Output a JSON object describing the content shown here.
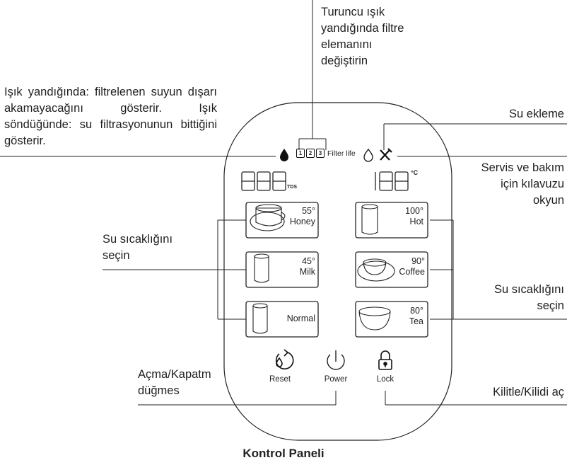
{
  "labels": {
    "filter_replace": [
      "Turuncu ışık",
      "yandığında filtre",
      "elemanını",
      "değiştirin"
    ],
    "light_indicator": "Işık yandığında: filtrelenen suyun dışarı akamayacağını gösterir. Işık söndüğünde: su filtrasyonunun bittiğini gösterir.",
    "water_add": "Su ekleme",
    "service": [
      "Servis ve bakım",
      "için kılavuzu",
      "okyun"
    ],
    "temp_select_left": [
      "Su sıcaklığını",
      "seçin"
    ],
    "temp_select_right": [
      "Su sıcaklığını",
      "seçin"
    ],
    "power_label": [
      "Açma/Kapatm",
      "düğmes"
    ],
    "lock_label": "Kilitle/Kilidi aç"
  },
  "panel": {
    "filter_numbers": [
      "1",
      "2",
      "3"
    ],
    "filter_life": "Filter life",
    "tds_unit": "TDS",
    "temp_unit": "°C",
    "left_display": "888",
    "right_display": "188",
    "buttons": [
      {
        "id": "honey",
        "temp": "55°",
        "name": "Honey"
      },
      {
        "id": "milk",
        "temp": "45°",
        "name": "Milk"
      },
      {
        "id": "normal",
        "temp": "",
        "name": "Normal"
      },
      {
        "id": "hot",
        "temp": "100°",
        "name": "Hot"
      },
      {
        "id": "coffee",
        "temp": "90°",
        "name": "Coffee"
      },
      {
        "id": "tea",
        "temp": "80°",
        "name": "Tea"
      }
    ],
    "controls": {
      "reset": "Reset",
      "power": "Power",
      "lock": "Lock"
    }
  },
  "caption": "Kontrol Paneli",
  "icons": [
    "drop-filled-icon",
    "drop-outline-icon",
    "tools-icon",
    "cup-icon",
    "reset-icon",
    "power-icon",
    "lock-icon"
  ]
}
